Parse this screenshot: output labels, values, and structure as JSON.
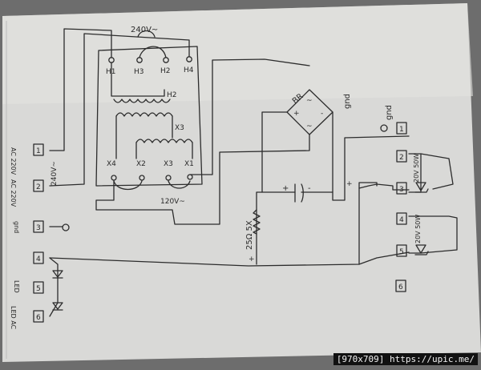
{
  "transformer": {
    "label_top": "240V~",
    "label_bottom": "120V~",
    "primary_terminals": [
      "H1",
      "H3",
      "H2",
      "H4"
    ],
    "primary_winding": "H2",
    "secondary_winding": "X3",
    "secondary_terminals": [
      "X4",
      "X2",
      "X3",
      "X1"
    ]
  },
  "bridge": {
    "label": "BR",
    "gnd": "gnd",
    "plus": "+",
    "minus": "-",
    "ac1": "~",
    "ac2": "~"
  },
  "capacitor": {
    "plus": "+",
    "minus": "-"
  },
  "resistor": {
    "label": "25Ω 5X"
  },
  "left_connector": {
    "pins": [
      "1",
      "2",
      "3",
      "4",
      "5",
      "6"
    ],
    "pin1_label": "AC 220V",
    "pin2_label": "AC 220V",
    "pin3_label": "gnd",
    "pin5_label": "LED",
    "pin6_label": "LED AC",
    "voltage_label": "240V~"
  },
  "right_connector": {
    "pins": [
      "1",
      "2",
      "3",
      "4",
      "5"
    ],
    "gnd_label": "gnd",
    "zener1_label": "20V 50W",
    "zener2_label": "20V 50W",
    "page_number": "6"
  },
  "plus_marks": [
    "+",
    "+"
  ],
  "watermark": "[970x709] https://upic.me/"
}
